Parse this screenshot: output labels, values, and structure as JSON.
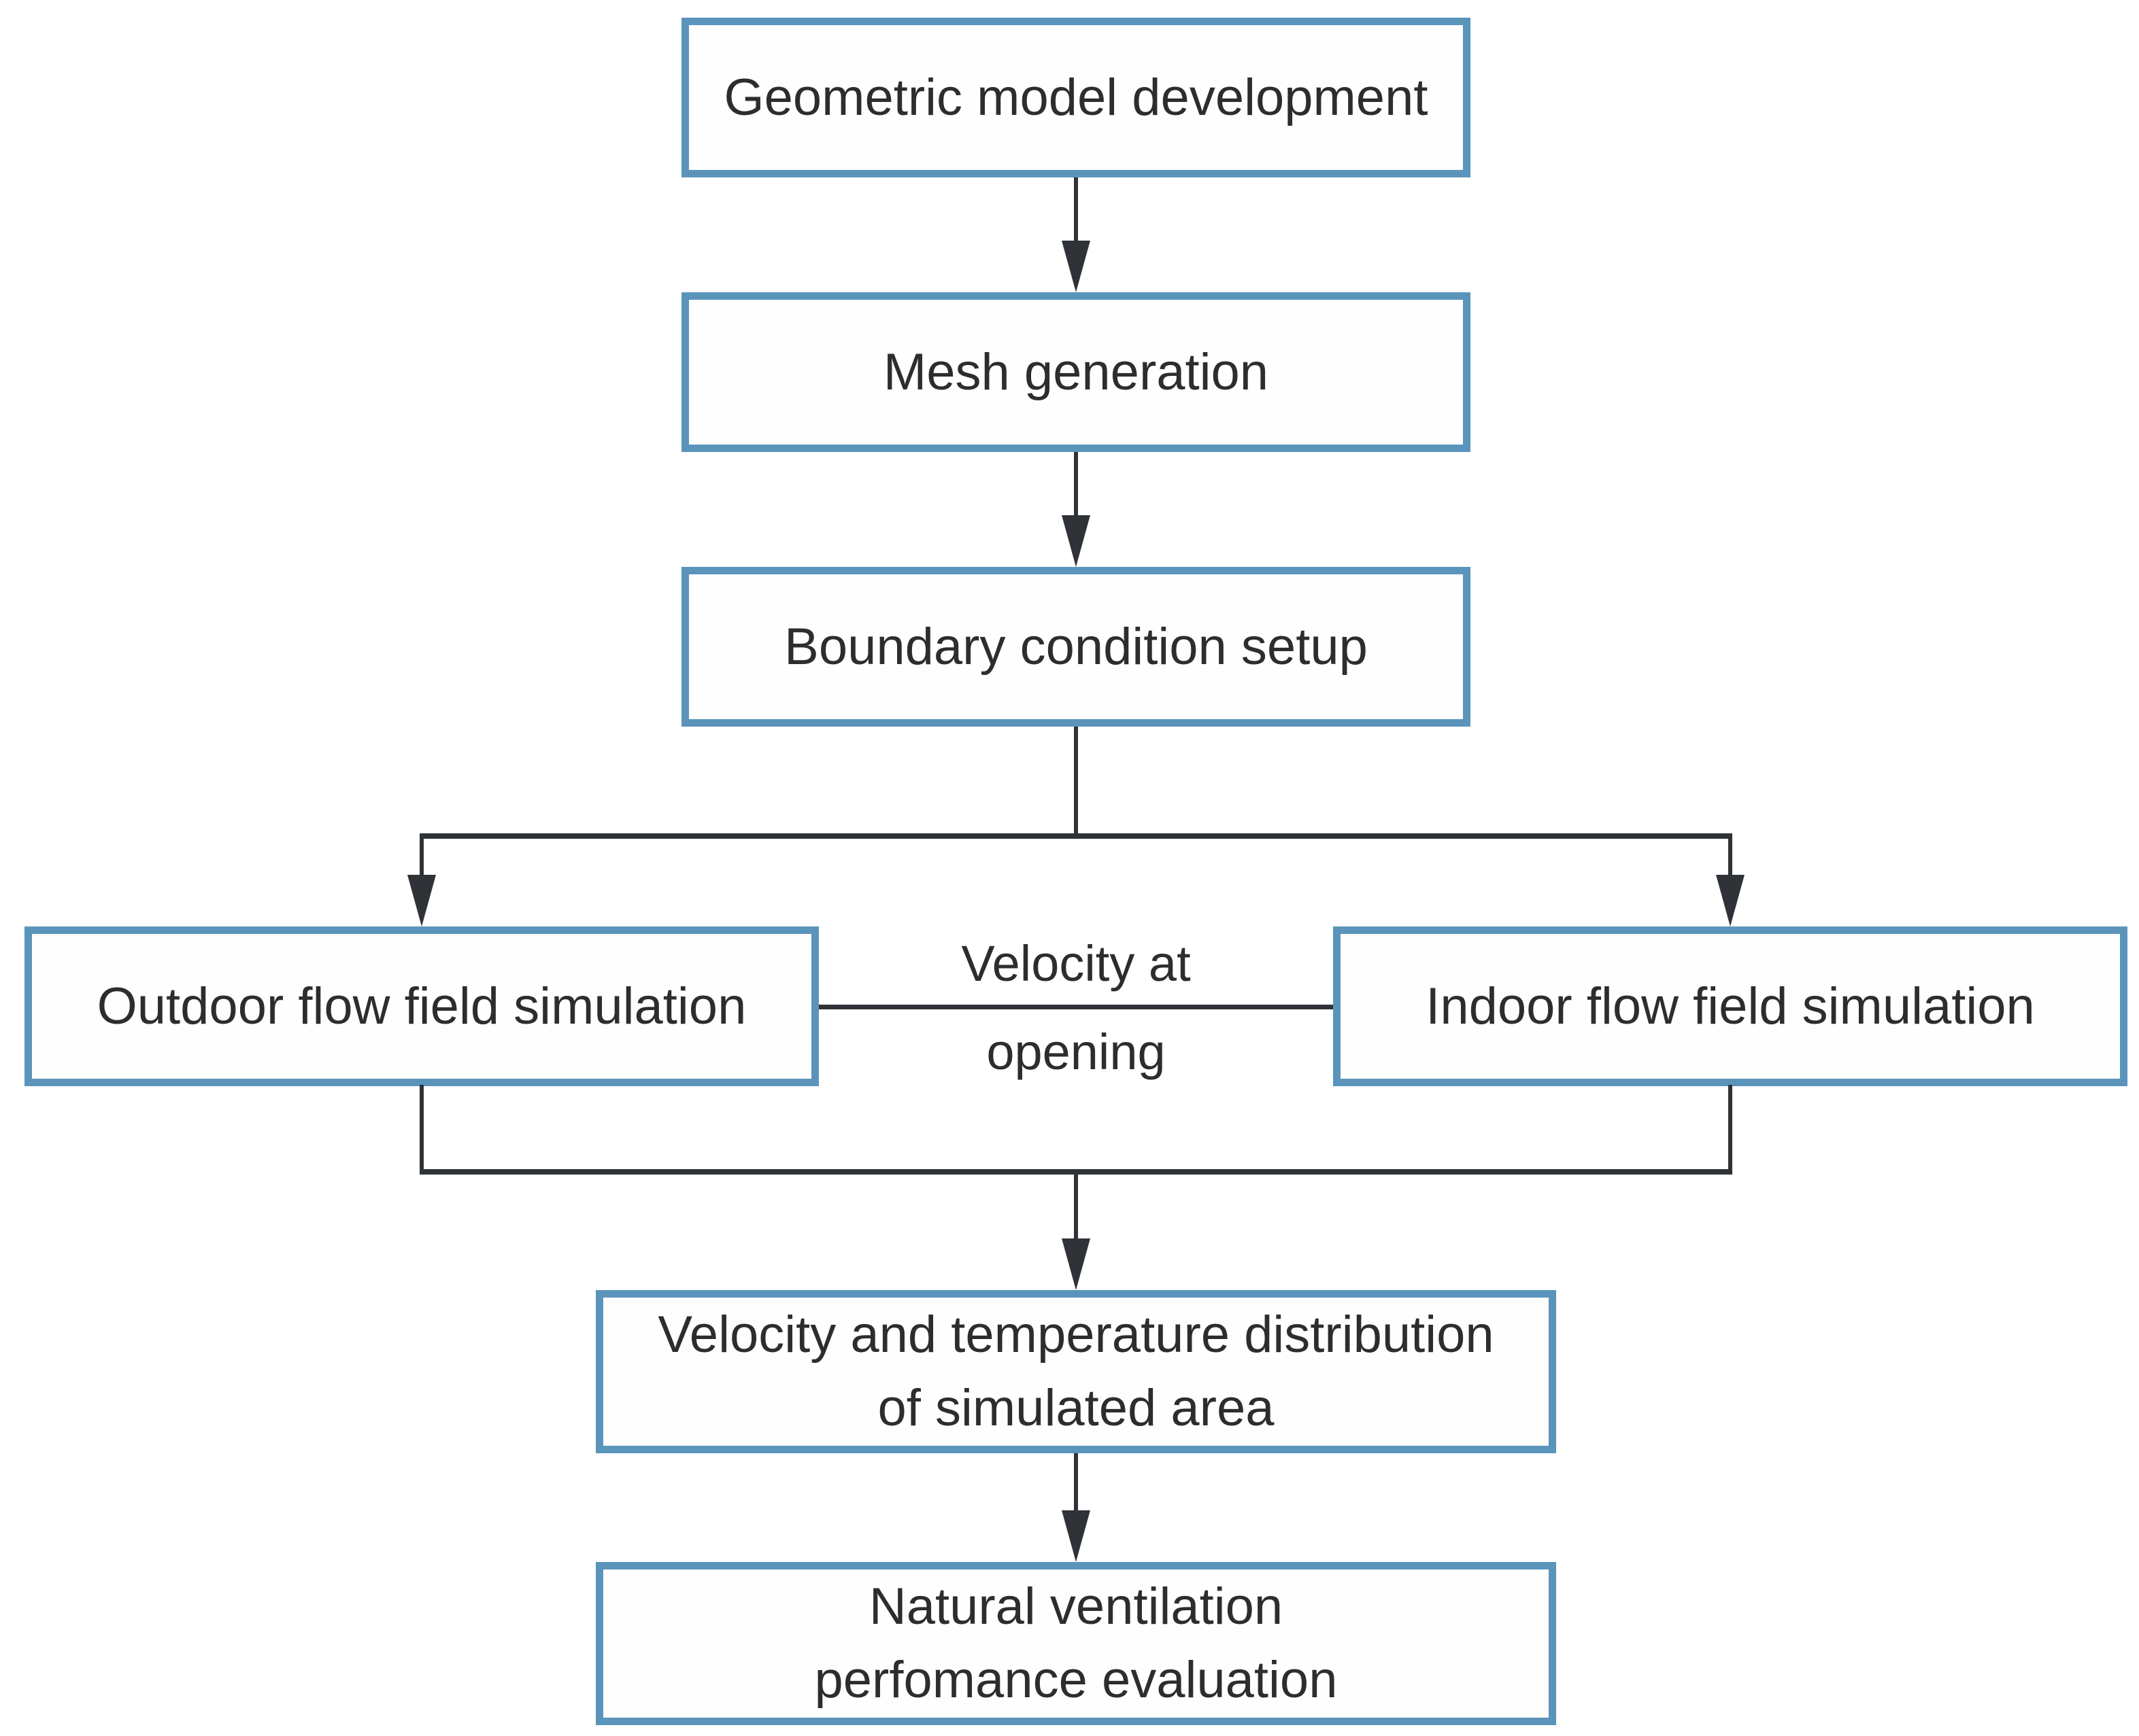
{
  "colors": {
    "border": "#5B94BA",
    "line": "#2F3337",
    "text": "#2D2D2D",
    "background": "#FFFFFF"
  },
  "nodes": {
    "geometric": {
      "label": "Geometric model development"
    },
    "mesh": {
      "label": "Mesh generation"
    },
    "boundary": {
      "label": "Boundary condition setup"
    },
    "outdoor": {
      "label": "Outdoor flow field simulation"
    },
    "indoor": {
      "label": "Indoor flow field simulation"
    },
    "velocity_temperature": {
      "label": "Velocity and temperature distribution\nof simulated area"
    },
    "natural_ventilation": {
      "label": "Natural ventilation\nperfomance evaluation"
    }
  },
  "edge_labels": {
    "velocity_at_opening_line1": "Velocity at",
    "velocity_at_opening_line2": "opening"
  }
}
